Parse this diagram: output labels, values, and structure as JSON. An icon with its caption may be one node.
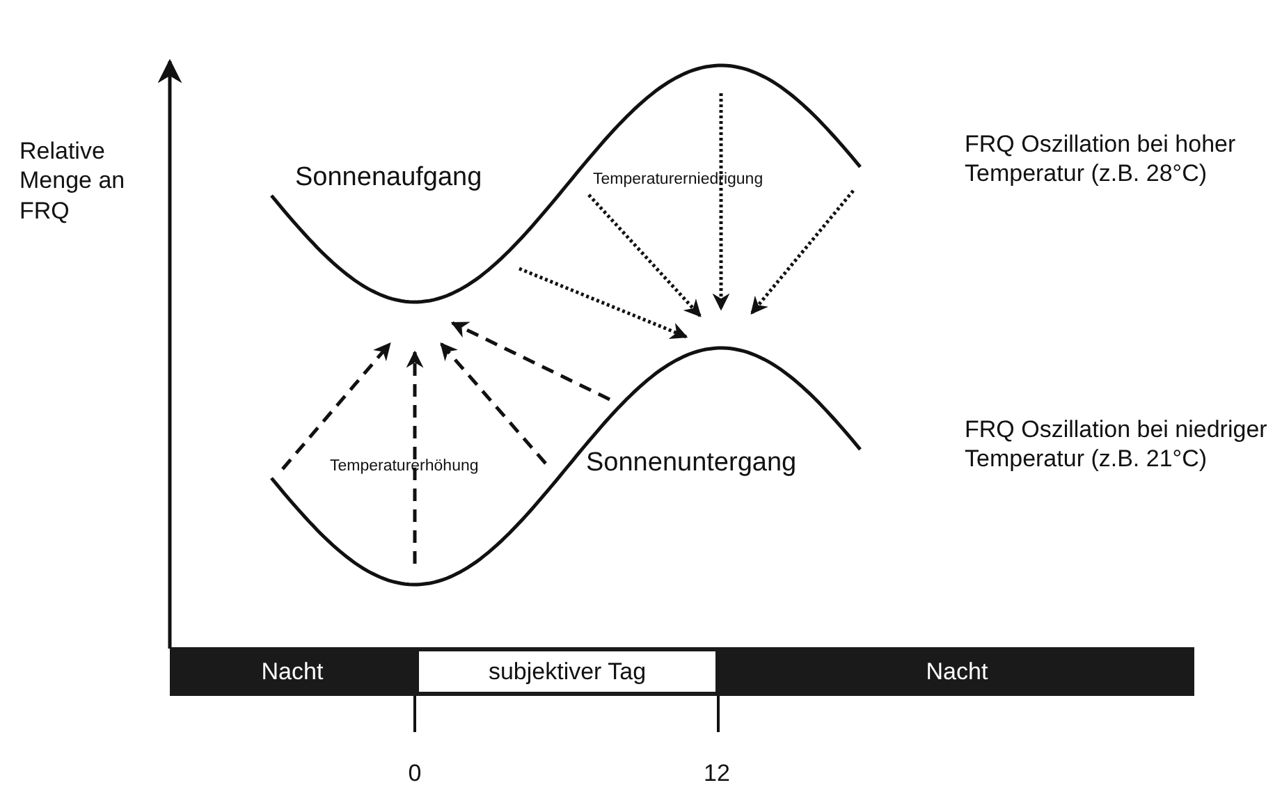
{
  "diagram": {
    "nodes": [
      {
        "text": [
          "Nacht"
        ]
      },
      {
        "text": [
          "subjektiver Tag"
        ]
      },
      {
        "text": [
          "Nacht"
        ]
      }
    ],
    "labels": [
      "Relative Menge an FRQ",
      "Sonnenaufgang",
      "FRQ Oszillation bei hoher Temperatur (z.B. 28°C)",
      "Temperaturerniedrigung",
      "Temperaturerhöhung",
      "Sonnenuntergang",
      "FRQ Oszillation bei niedriger Temperatur (z.B. 21°C)",
      "0",
      "12"
    ]
  }
}
